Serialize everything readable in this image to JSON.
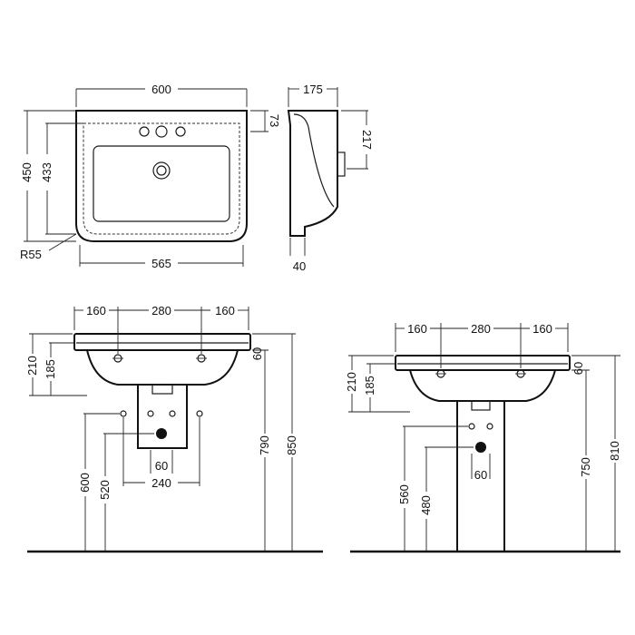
{
  "top_view": {
    "width_600": "600",
    "height_450": "450",
    "height_433": "433",
    "depth_73": "73",
    "radius": "R55",
    "inner_565": "565"
  },
  "side_view": {
    "depth_175": "175",
    "height_217": "217",
    "thickness_40": "40"
  },
  "wall_hung_view": {
    "w_160_left": "160",
    "w_280": "280",
    "w_160_right": "160",
    "h_210": "210",
    "h_185": "185",
    "h_60_rim": "60",
    "h_790": "790",
    "h_850": "850",
    "h_600": "600",
    "h_520": "520",
    "w_60": "60",
    "w_240": "240"
  },
  "pedestal_view": {
    "w_160_left": "160",
    "w_280": "280",
    "w_160_right": "160",
    "h_210": "210",
    "h_185": "185",
    "h_60_rim": "60",
    "h_750": "750",
    "h_810": "810",
    "h_560": "560",
    "h_480": "480",
    "w_60": "60"
  }
}
